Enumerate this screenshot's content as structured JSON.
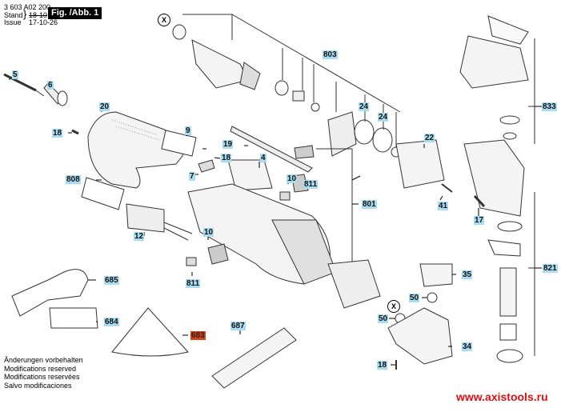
{
  "header": {
    "part_number": "3 603 A02 200",
    "stand_label": "Stand",
    "issue_label": "Issue",
    "stand_value": "18-10",
    "issue_value": "17-10-26",
    "figure": "Fig. /Abb. 1"
  },
  "notes": [
    "Änderungen vorbehalten",
    "Modifications reserved",
    "Modifications reservées",
    "Salvo modificaciones"
  ],
  "url": "www.axistools.ru",
  "colors": {
    "label_bg": "#a8dcf0",
    "highlight_label_bg": "#d8401a",
    "url_color": "#e01010"
  },
  "markers": {
    "x1": "X",
    "x2": "X"
  },
  "labels": {
    "p5": "5",
    "p6": "6",
    "p20": "20",
    "p18a": "18",
    "p9": "9",
    "p808": "808",
    "p803": "803",
    "p24a": "24",
    "p24b": "24",
    "p19": "19",
    "p18b": "18",
    "p4": "4",
    "p7": "7",
    "p10a": "10",
    "p811a": "811",
    "p12": "12",
    "p10b": "10",
    "p811b": "811",
    "p801": "801",
    "p22": "22",
    "p41": "41",
    "p17": "17",
    "p833": "833",
    "p821": "821",
    "p35": "35",
    "p50a": "50",
    "p50b": "50",
    "p34": "34",
    "p18c": "18",
    "p685": "685",
    "p684": "684",
    "p683": "683",
    "p687": "687"
  }
}
